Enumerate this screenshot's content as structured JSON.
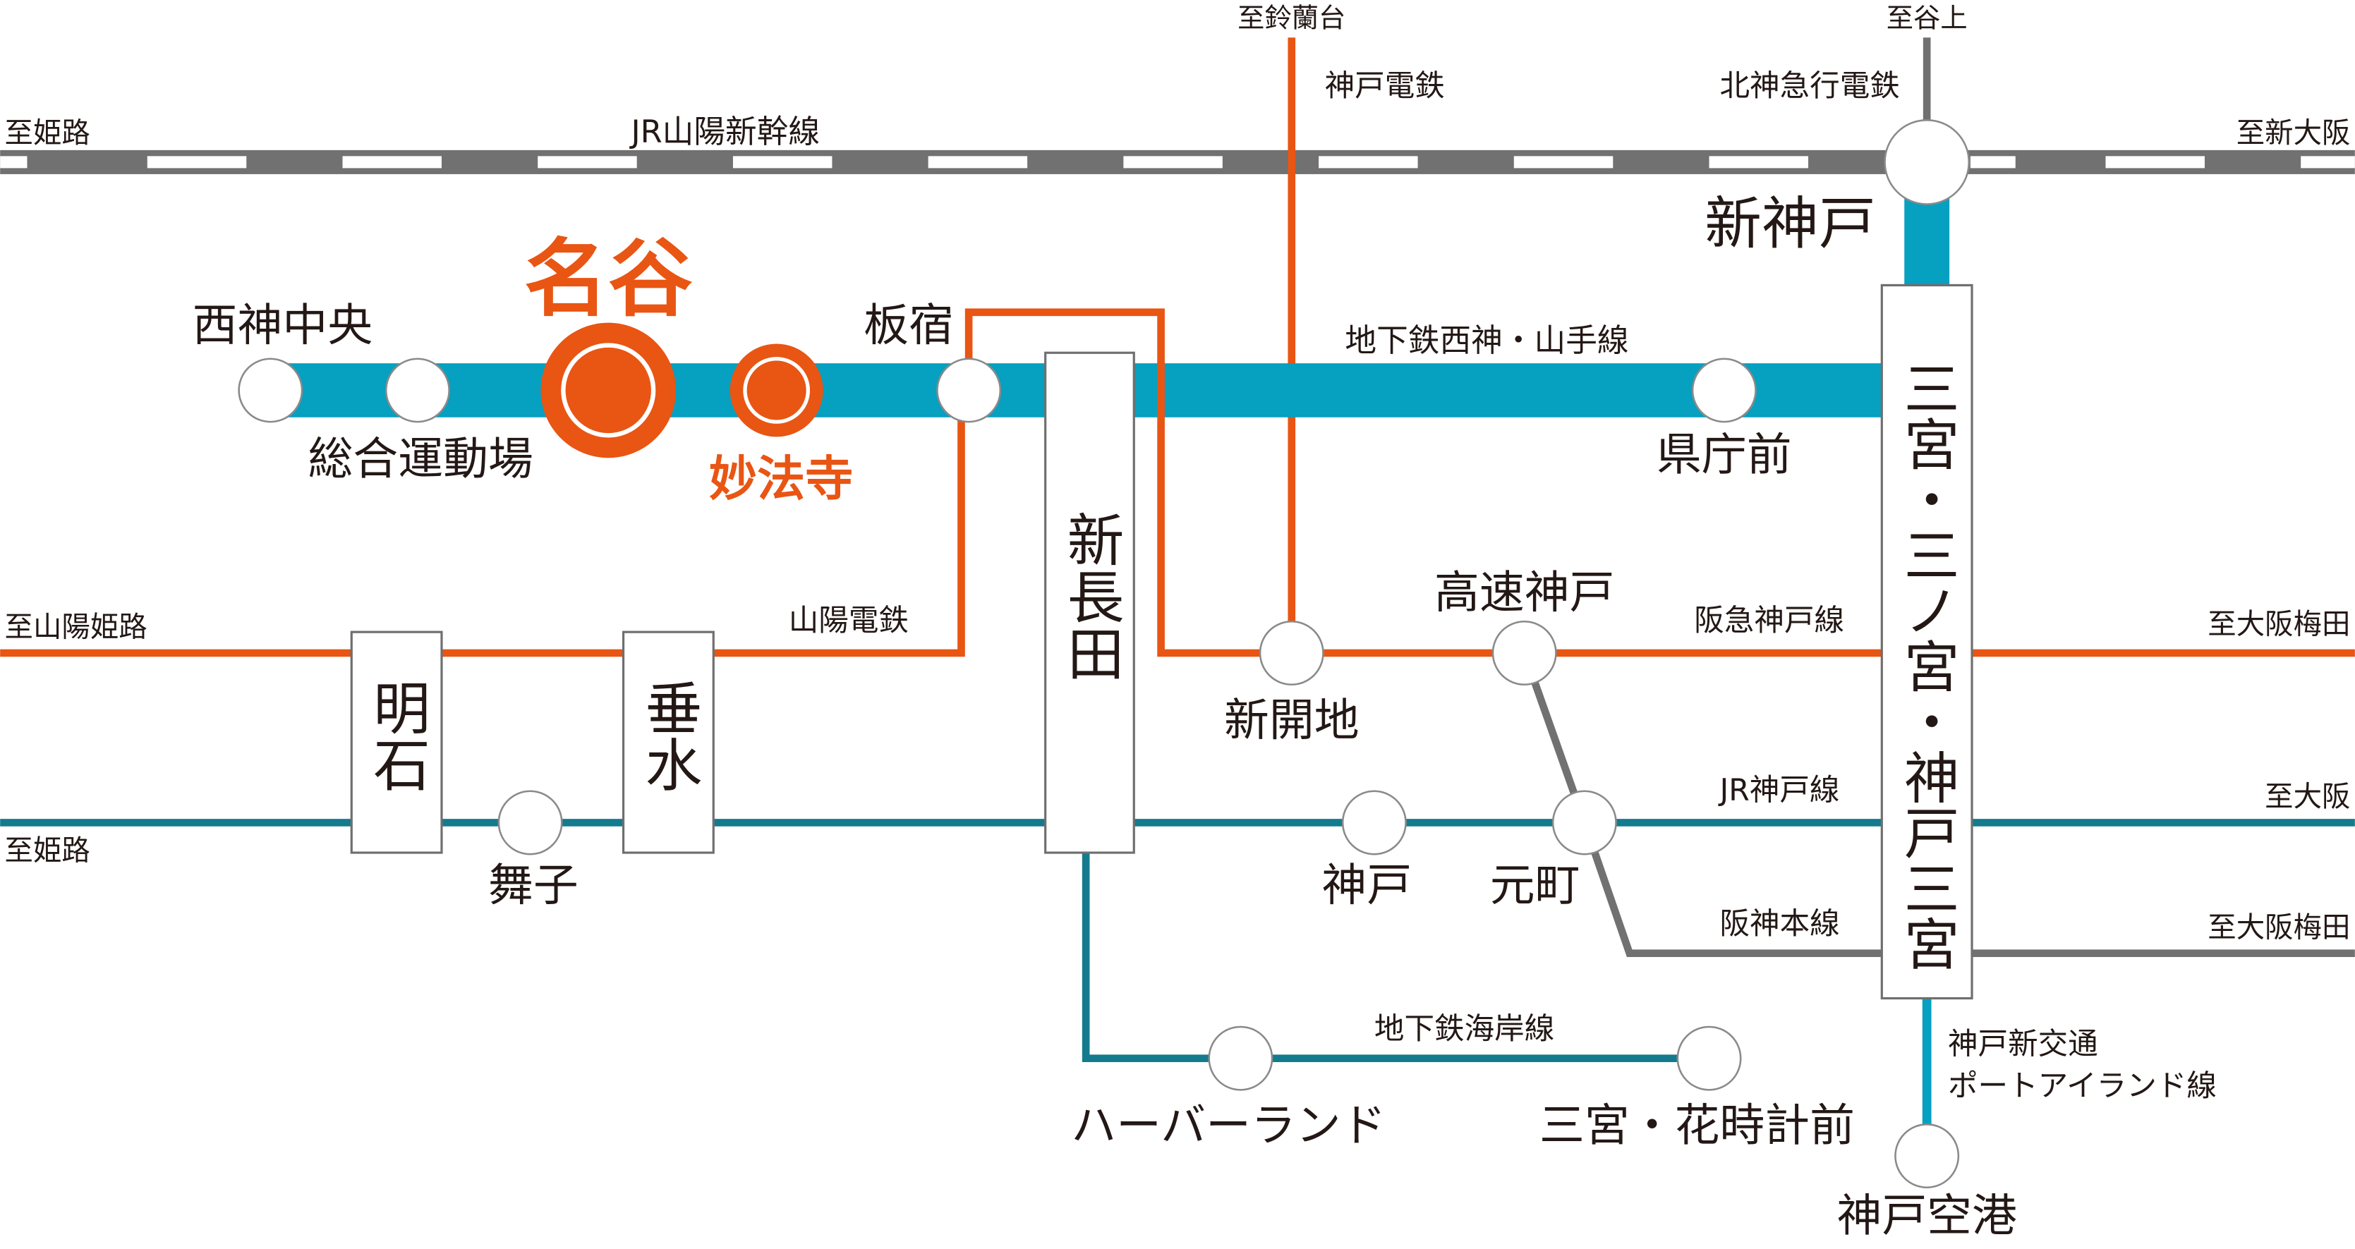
{
  "colors": {
    "orange": "#e95513",
    "subway_blue": "#06a0c0",
    "jr_teal": "#147b8f",
    "gray": "#717171"
  },
  "directions": {
    "shinkansen_west": "至姫路",
    "shinkansen_east": "至新大阪",
    "suzurandai": "至鈴蘭台",
    "tanigami": "至谷上",
    "sanyo_west": "至山陽姫路",
    "hankyu_east": "至大阪梅田",
    "jr_west": "至姫路",
    "jr_east": "至大阪",
    "hanshin_east": "至大阪梅田"
  },
  "lines": {
    "shinkansen": "JR山陽新幹線",
    "kobe_dentetsu": "神戸電鉄",
    "hokushin": "北神急行電鉄",
    "seishin_yamate": "地下鉄西神・山手線",
    "sanyo": "山陽電鉄",
    "hankyu": "阪急神戸線",
    "jr_kobe": "JR神戸線",
    "hanshin": "阪神本線",
    "kaigan": "地下鉄海岸線",
    "portliner_1": "神戸新交通",
    "portliner_2": "ポートアイランド線"
  },
  "stations": {
    "seishin_chuo": "西神中央",
    "sogo_undojo": "総合運動場",
    "myodani": "名谷",
    "myohoji": "妙法寺",
    "itayado": "板宿",
    "kenchomae": "県庁前",
    "shin_kobe": "新神戸",
    "shin_nagata": "新長田",
    "shinkaichi": "新開地",
    "kosoku_kobe": "高速神戸",
    "akashi": "明石",
    "tarumi": "垂水",
    "maiko": "舞子",
    "kobe": "神戸",
    "motomachi": "元町",
    "sannomiya": "三宮・三ノ宮・神戸三宮",
    "harborland": "ハーバーランド",
    "sannomiya_hanadokei": "三宮・花時計前",
    "kobe_airport": "神戸空港"
  }
}
